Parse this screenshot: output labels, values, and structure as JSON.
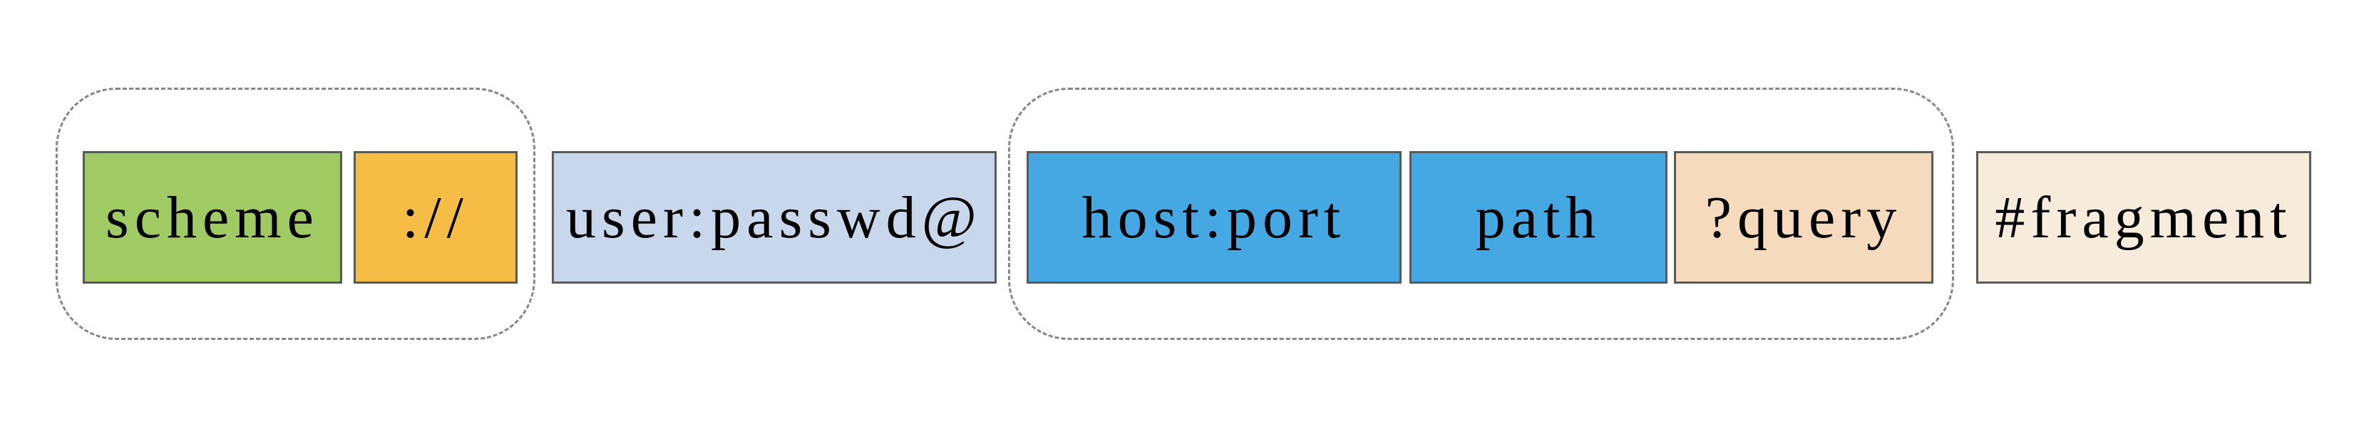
{
  "colors": {
    "background": "#ffffff",
    "text": "#000000",
    "box_border": "#5a5a5a",
    "group_outline": "#878787",
    "scheme_bg": "#a0cb64",
    "separator_bg": "#f5bd46",
    "userinfo_bg": "#c9d7ec",
    "hostport_bg": "#46a8e2",
    "path_bg": "#46a8e2",
    "query_bg": "#f5dabe",
    "fragment_bg": "#f7ecdb"
  },
  "segments": {
    "scheme": {
      "label": "scheme"
    },
    "separator": {
      "label": "://"
    },
    "userinfo": {
      "label": "user:passwd@"
    },
    "hostport": {
      "label": "host:port"
    },
    "path": {
      "label": "path"
    },
    "query": {
      "label": "?query"
    },
    "fragment": {
      "label": "#fragment"
    }
  }
}
